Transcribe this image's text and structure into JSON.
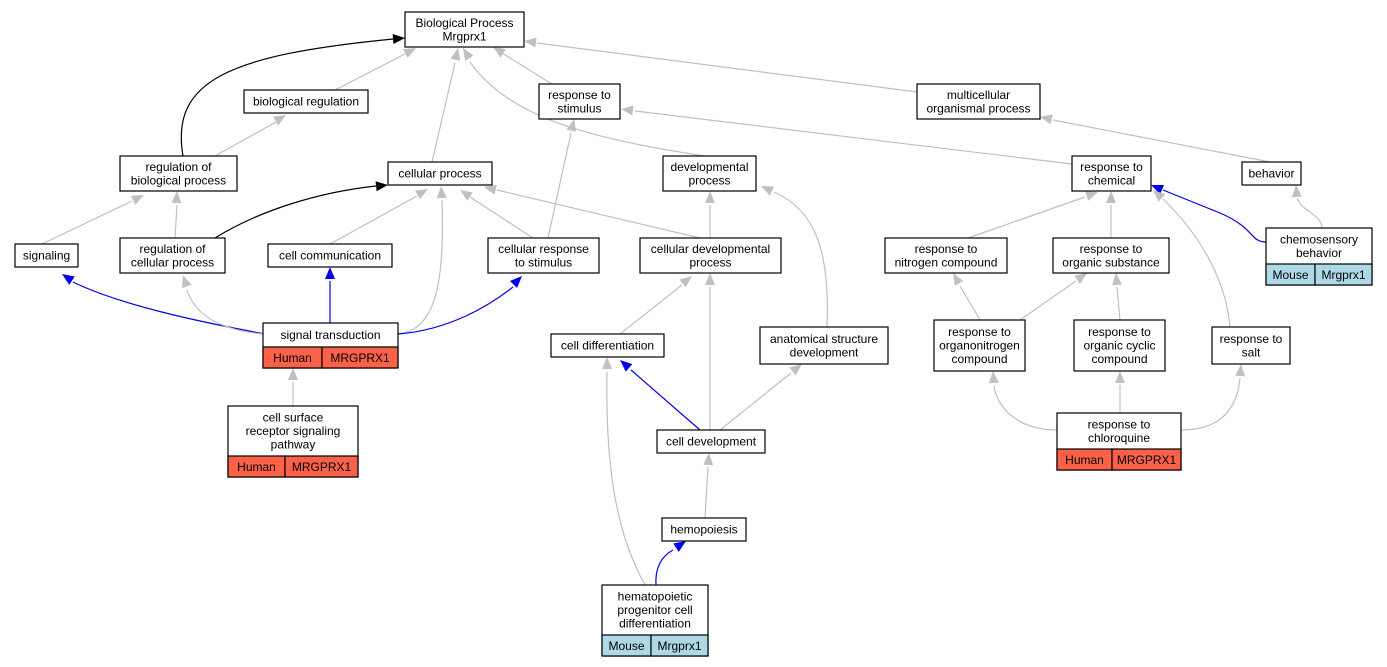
{
  "colors": {
    "human": "#fa6148",
    "mouse": "#add8e6",
    "is_a_edge": "#c0c0c0",
    "regulates_edge": "#000000",
    "annotation_edge": "#0000ee"
  },
  "nodes": {
    "bp": {
      "lines": [
        "Biological Process",
        "Mrgprx1"
      ]
    },
    "bioreg": {
      "lines": [
        "biological regulation"
      ]
    },
    "resp_stim": {
      "lines": [
        "response to",
        "stimulus"
      ]
    },
    "multicell": {
      "lines": [
        "multicellular",
        "organismal process"
      ]
    },
    "reg_bp": {
      "lines": [
        "regulation of",
        "biological process"
      ]
    },
    "cell_proc": {
      "lines": [
        "cellular process"
      ]
    },
    "dev_proc": {
      "lines": [
        "developmental",
        "process"
      ]
    },
    "resp_chem": {
      "lines": [
        "response to",
        "chemical"
      ]
    },
    "behavior": {
      "lines": [
        "behavior"
      ]
    },
    "signaling": {
      "lines": [
        "signaling"
      ]
    },
    "reg_cp": {
      "lines": [
        "regulation of",
        "cellular process"
      ]
    },
    "cell_comm": {
      "lines": [
        "cell communication"
      ]
    },
    "cell_resp": {
      "lines": [
        "cellular response",
        "to stimulus"
      ]
    },
    "cell_dev_proc": {
      "lines": [
        "cellular developmental",
        "process"
      ]
    },
    "resp_nitro": {
      "lines": [
        "response to",
        "nitrogen compound"
      ]
    },
    "resp_org": {
      "lines": [
        "response to",
        "organic substance"
      ]
    },
    "chemo": {
      "lines": [
        "chemosensory",
        "behavior"
      ],
      "annotation": {
        "species": "Mouse",
        "gene": "Mrgprx1"
      }
    },
    "sig_trans": {
      "lines": [
        "signal transduction"
      ],
      "annotation": {
        "species": "Human",
        "gene": "MRGPRX1"
      }
    },
    "cell_diff": {
      "lines": [
        "cell differentiation"
      ]
    },
    "anat": {
      "lines": [
        "anatomical structure",
        "development"
      ]
    },
    "resp_organo": {
      "lines": [
        "response to",
        "organonitrogen",
        "compound"
      ]
    },
    "resp_cyclic": {
      "lines": [
        "response to",
        "organic cyclic",
        "compound"
      ]
    },
    "resp_salt": {
      "lines": [
        "response to",
        "salt"
      ]
    },
    "csrsp": {
      "lines": [
        "cell surface",
        "receptor signaling",
        "pathway"
      ],
      "annotation": {
        "species": "Human",
        "gene": "MRGPRX1"
      }
    },
    "cell_devt": {
      "lines": [
        "cell development"
      ]
    },
    "resp_chloro": {
      "lines": [
        "response to",
        "chloroquine"
      ],
      "annotation": {
        "species": "Human",
        "gene": "MRGPRX1"
      }
    },
    "hemo": {
      "lines": [
        "hemopoiesis"
      ]
    },
    "hpcd": {
      "lines": [
        "hematopoietic",
        "progenitor cell",
        "differentiation"
      ],
      "annotation": {
        "species": "Mouse",
        "gene": "Mrgprx1"
      }
    }
  }
}
